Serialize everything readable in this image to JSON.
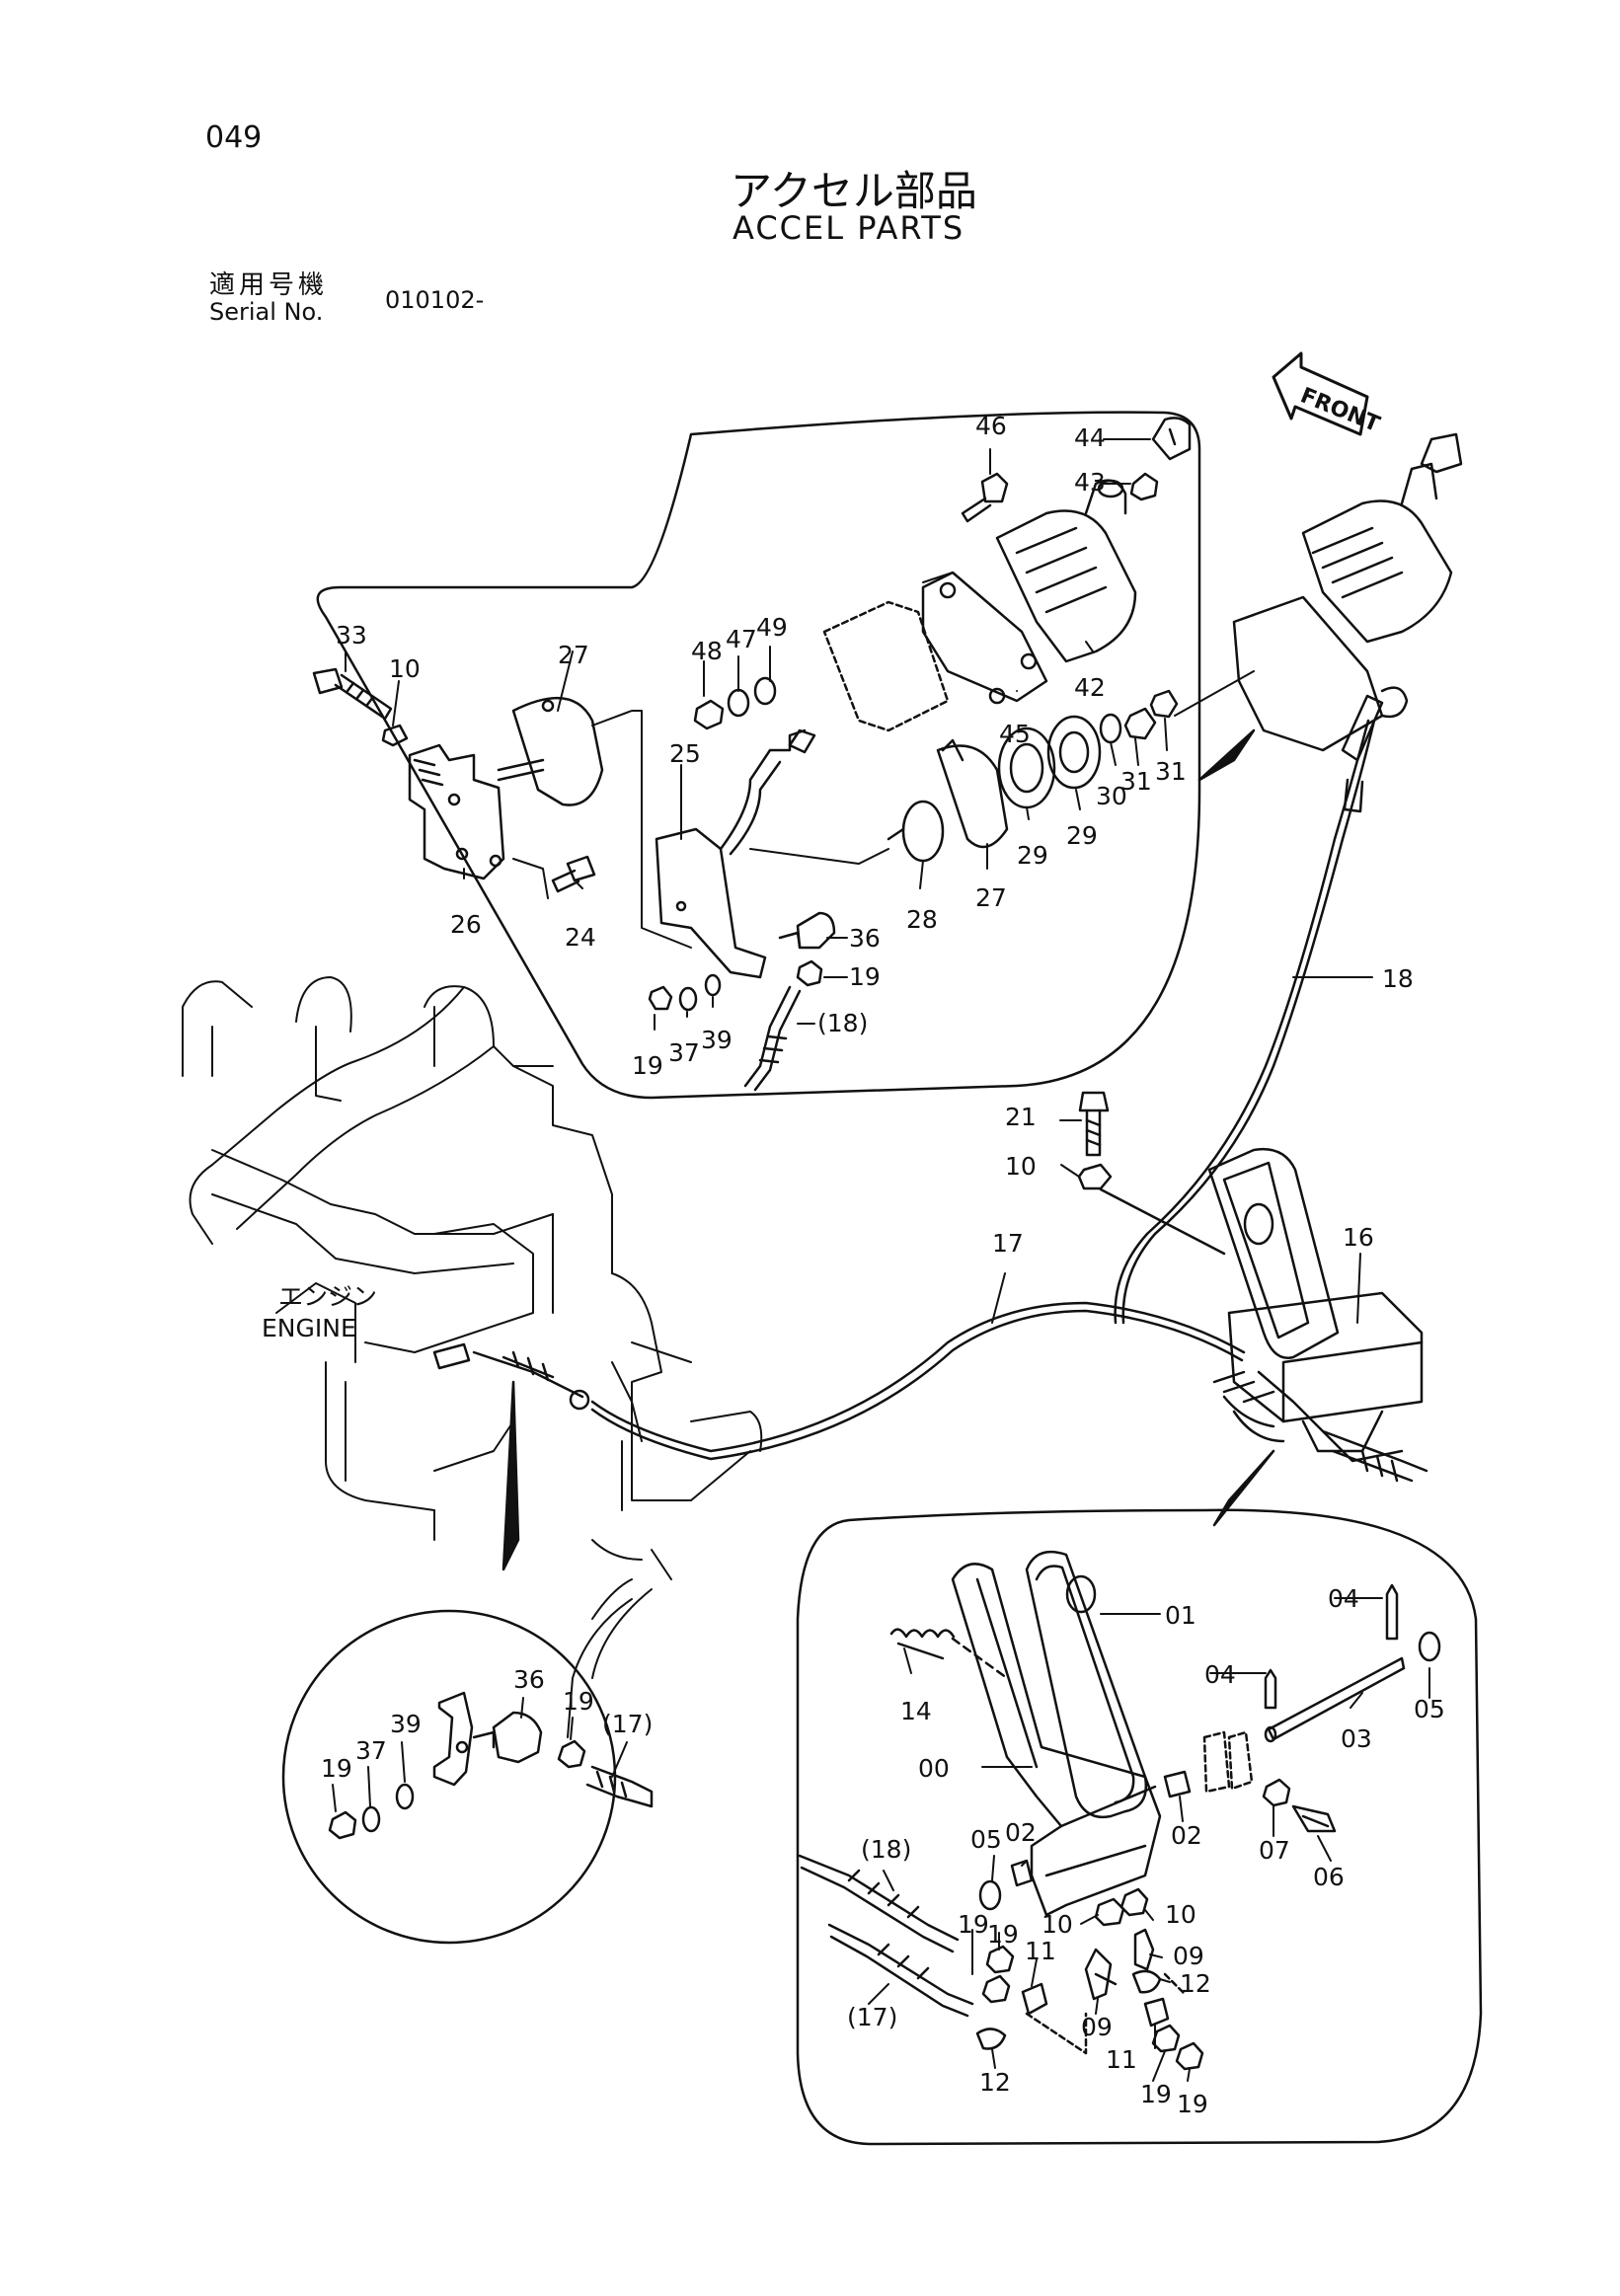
{
  "header": {
    "page_number": "049",
    "title_jp": "アクセル部品",
    "title_en": "ACCEL PARTS",
    "serial_label_jp": "適用号機",
    "serial_label_en": "Serial No.",
    "serial_value": "010102-"
  },
  "diagram": {
    "front_label": "FRONT",
    "engine_label_jp": "エンジン",
    "engine_label_en": "ENGINE",
    "callouts": {
      "c46": "46",
      "c44": "44",
      "c43": "43",
      "c33": "33",
      "c10a": "10",
      "c27a": "27",
      "c48": "48",
      "c47": "47",
      "c49": "49",
      "c42": "42",
      "c45": "45",
      "c25": "25",
      "c30": "30",
      "c31a": "31",
      "c31b": "31",
      "c29a": "29",
      "c29b": "29",
      "c28": "28",
      "c27b": "27",
      "c26": "26",
      "c24": "24",
      "c36a": "36",
      "c19a": "19",
      "c18a": "(18)",
      "c19b": "19",
      "c37a": "37",
      "c39a": "39",
      "c18b": "18",
      "c21": "21",
      "c10b": "10",
      "c17a": "17",
      "c16": "16",
      "c36b": "36",
      "c39b": "39",
      "c19c": "19",
      "c17b": "(17)",
      "c19d": "19",
      "c37b": "37",
      "c01": "01",
      "c04a": "04",
      "c04b": "04",
      "c05a": "05",
      "c14": "14",
      "c03": "03",
      "c00": "00",
      "c05b": "05",
      "c02a": "02",
      "c02b": "02",
      "c07": "07",
      "c06": "06",
      "c18c": "(18)",
      "c10c": "10",
      "c10d": "10",
      "c09a": "09",
      "c19e": "19",
      "c19f": "19",
      "c11a": "11",
      "c12a": "12",
      "c17c": "(17)",
      "c09b": "09",
      "c11b": "11",
      "c12b": "12",
      "c19g": "19",
      "c19h": "19"
    }
  }
}
